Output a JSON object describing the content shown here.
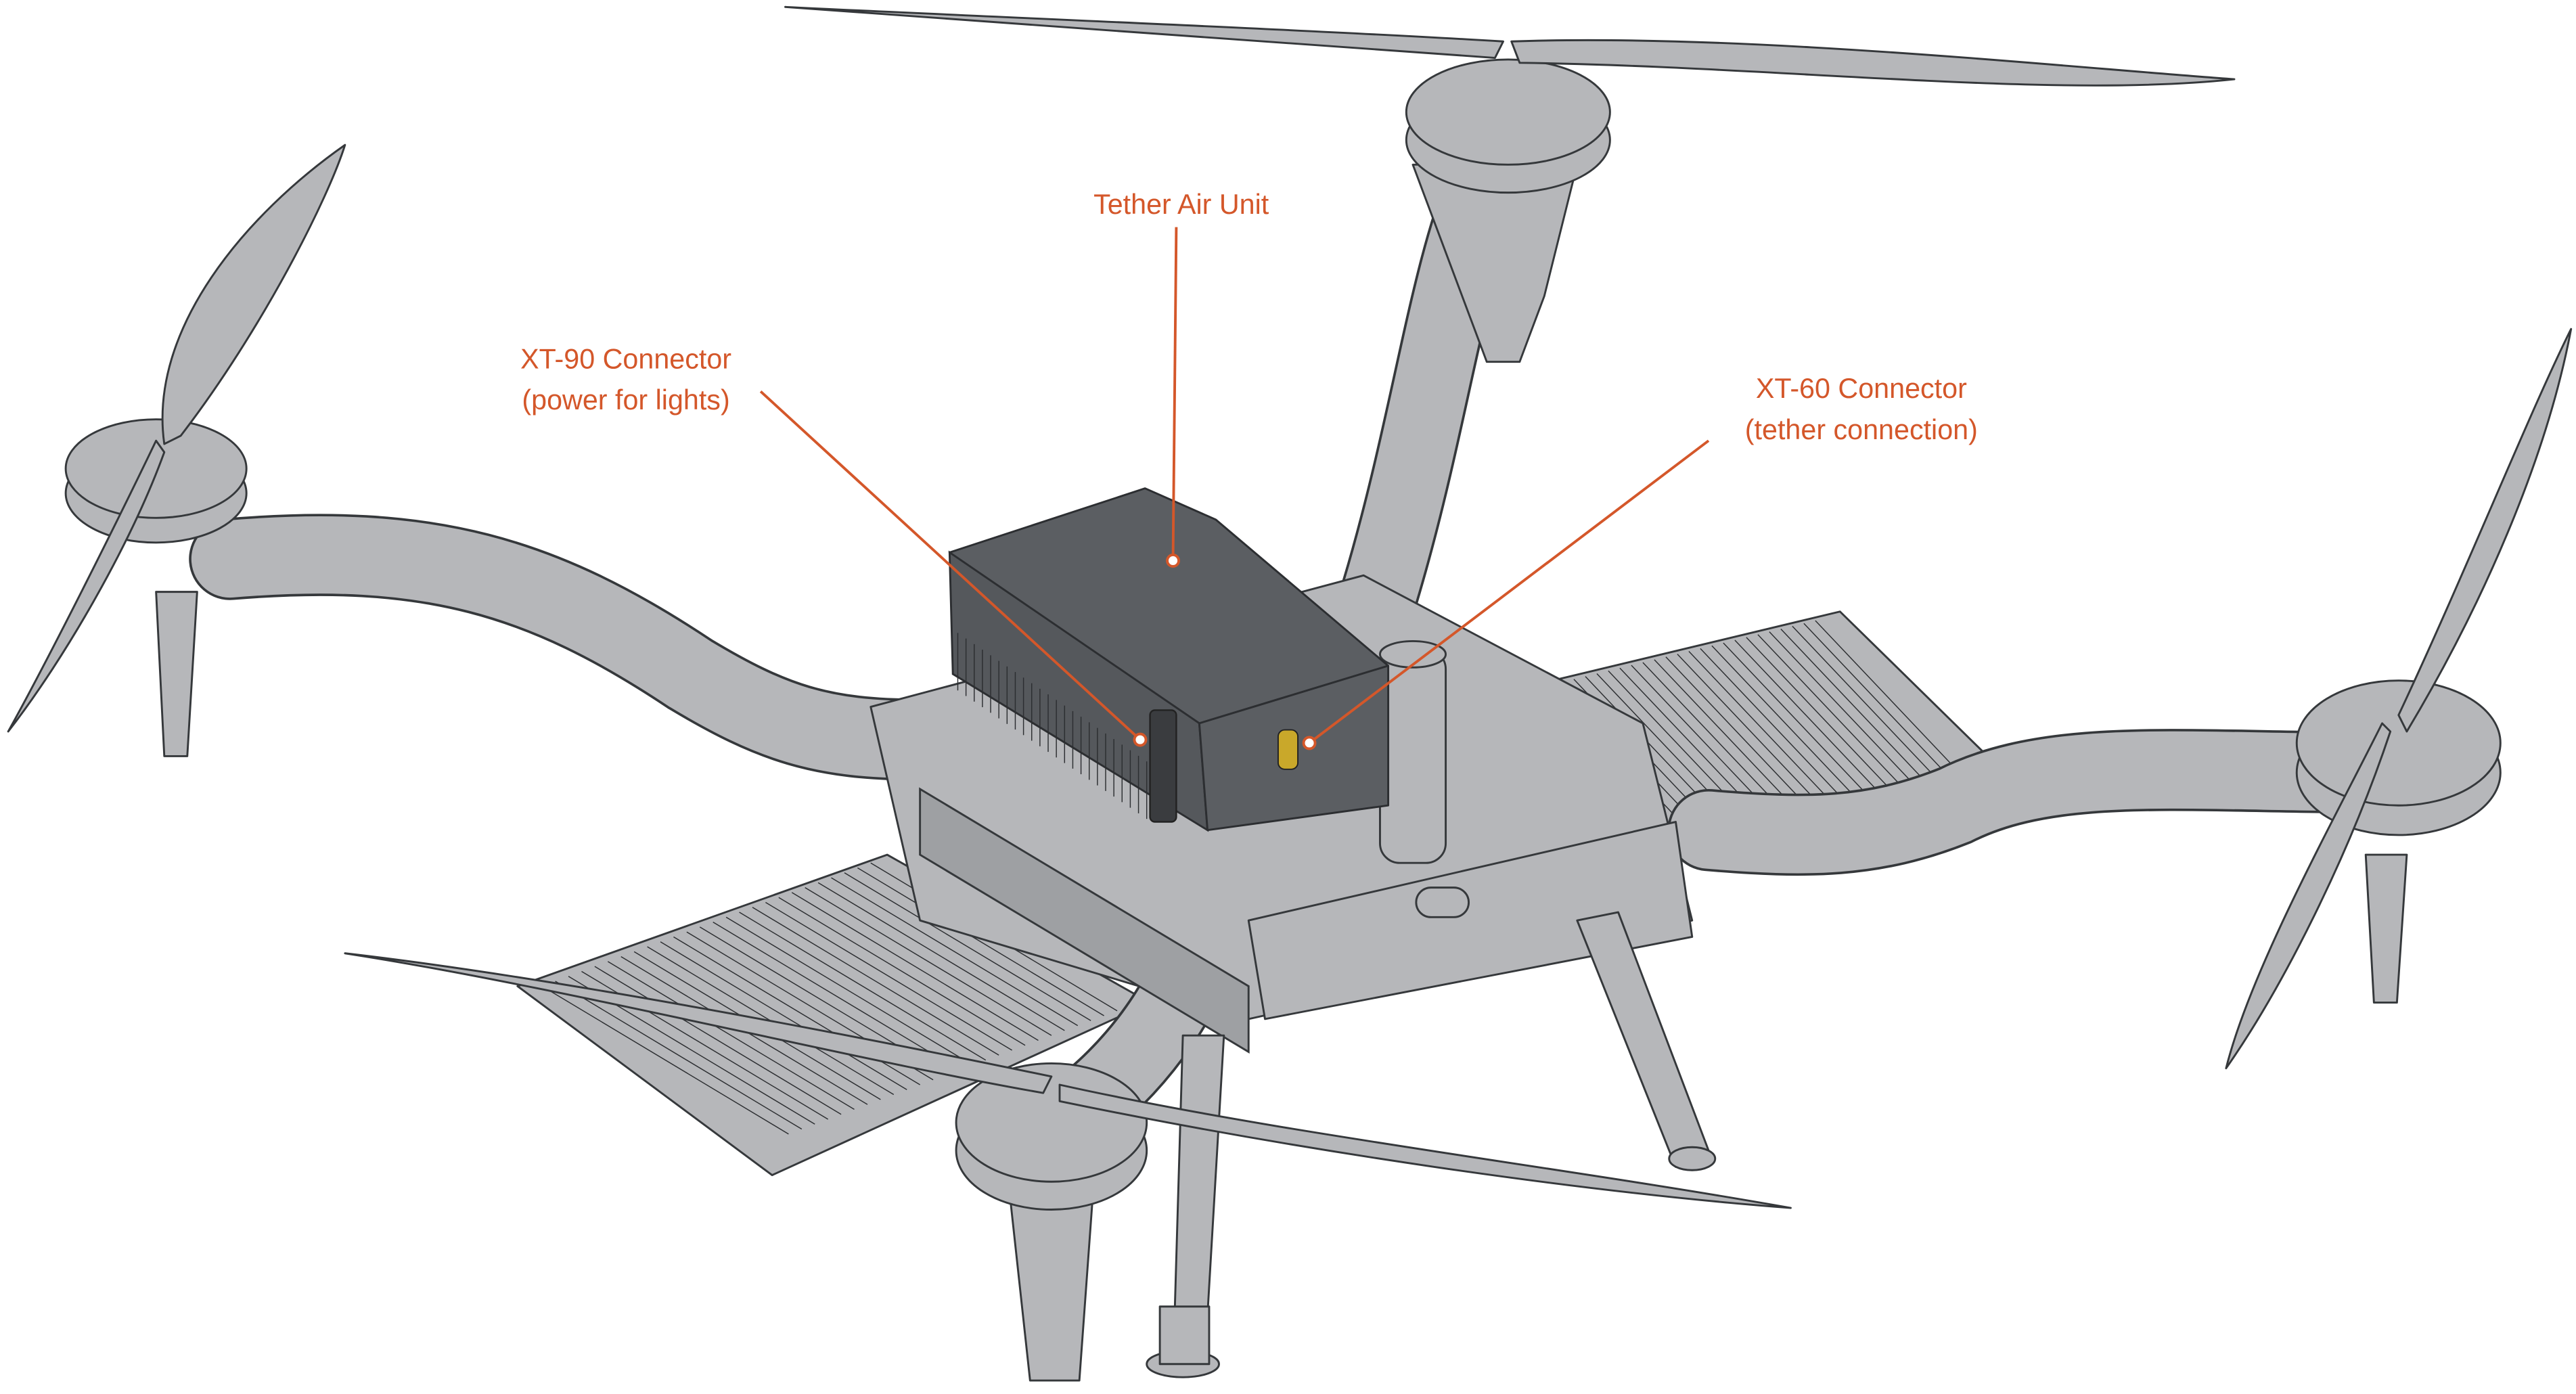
{
  "title": "Drone with tether air unit",
  "labels": {
    "tether_air_unit": "Tether Air Unit",
    "xt90_line1": "XT-90 Connector",
    "xt90_line2": "(power for lights)",
    "xt60_line1": "XT-60 Connector",
    "xt60_line2": "(tether connection)"
  },
  "colors": {
    "callout": "#d4572a",
    "drone_body": "#b6b7ba",
    "air_unit": "#5b5e62",
    "connector": "#c9a82a"
  }
}
